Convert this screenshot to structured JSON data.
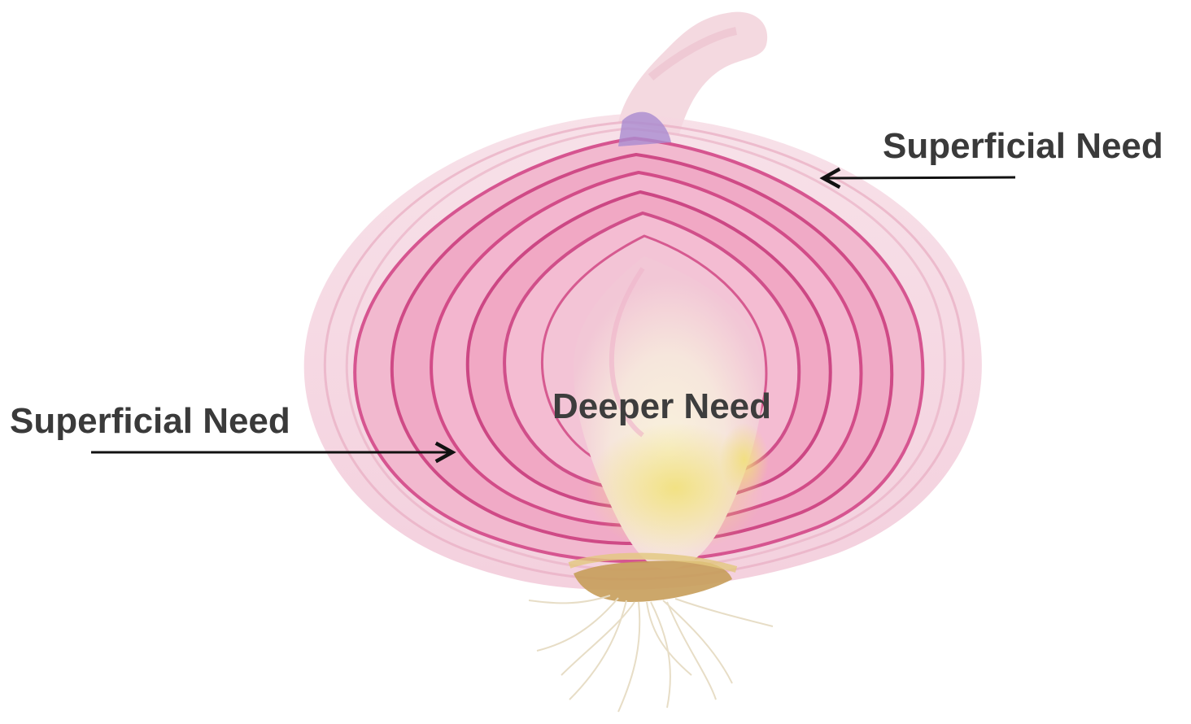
{
  "labels": {
    "outer_right": "Superficial Need",
    "outer_left": "Superficial Need",
    "center": "Deeper Need"
  },
  "colors": {
    "background": "#ffffff",
    "label_text": "#3a3a3a",
    "arrow": "#111111",
    "onion_outer_layers": "#f3c9d6",
    "onion_inner_rings": "#d44f8a",
    "onion_core": "#f6ecd6",
    "onion_base": "#c9a25a"
  }
}
